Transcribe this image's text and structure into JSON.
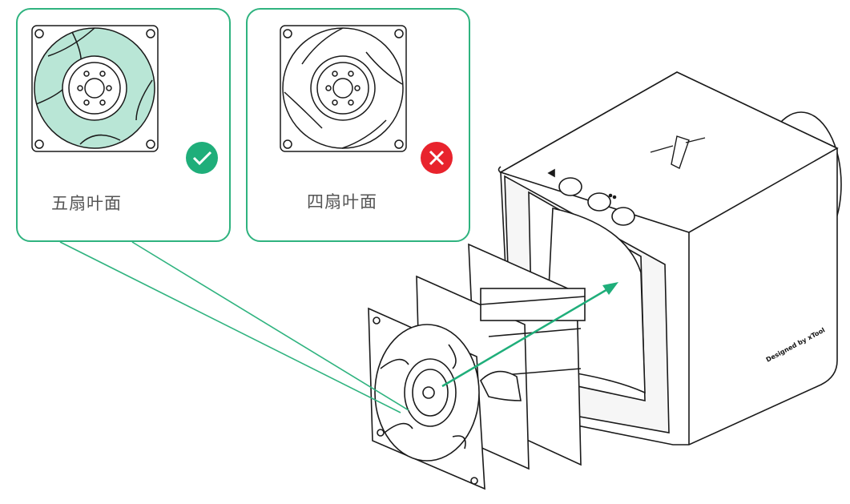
{
  "options": [
    {
      "label": "五扇叶面",
      "status": "correct",
      "status_icon": "check-icon",
      "status_color": "#1fae7a"
    },
    {
      "label": "四扇叶面",
      "status": "incorrect",
      "status_icon": "x-icon",
      "status_color": "#e8232d"
    }
  ],
  "device": {
    "brand_text": "Designed by xTool"
  },
  "colors": {
    "accent": "#2fb37f",
    "blade_fill": "#b9e6d6",
    "line": "#1a1a1a"
  }
}
